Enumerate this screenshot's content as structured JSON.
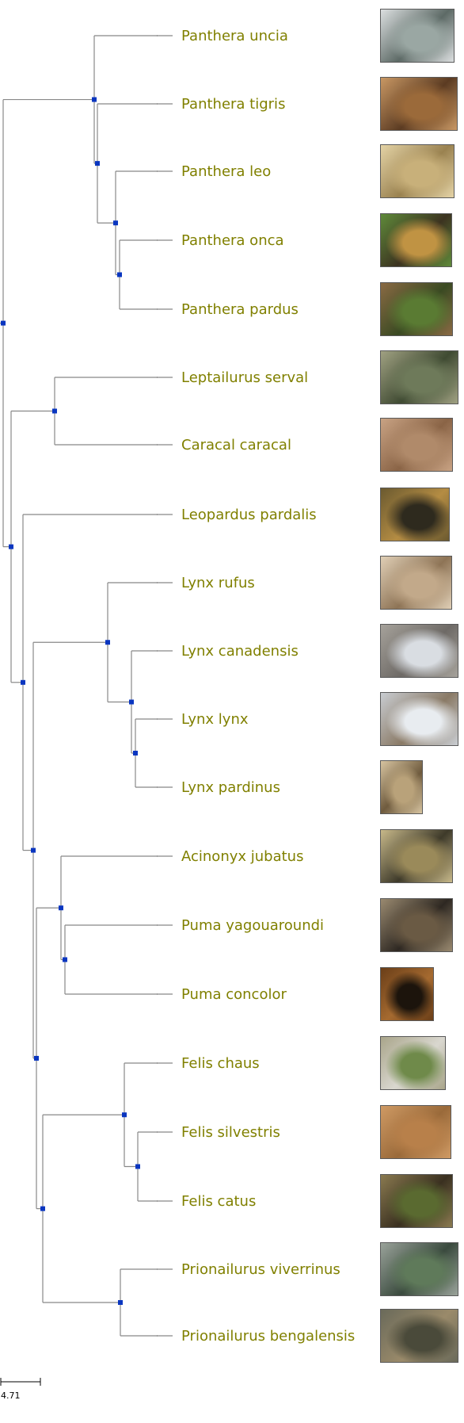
{
  "tree": {
    "branch_color": "#888888",
    "node_color": "#0a36c0",
    "leaf_label_color": "#808000",
    "leaves": [
      {
        "name": "Panthera uncia",
        "photo_colors": [
          "#9aa7a3",
          "#5d6a66",
          "#dcdfe0"
        ]
      },
      {
        "name": "Panthera tigris",
        "photo_colors": [
          "#9b6a3a",
          "#5b3b22",
          "#c99864"
        ]
      },
      {
        "name": "Panthera leo",
        "photo_colors": [
          "#c8b07a",
          "#9a8250",
          "#e4d3a6"
        ]
      },
      {
        "name": "Panthera onca",
        "photo_colors": [
          "#c09343",
          "#3c3320",
          "#5f8a3a"
        ]
      },
      {
        "name": "Panthera pardus",
        "photo_colors": [
          "#5a7b33",
          "#3a4a22",
          "#8a6a44"
        ]
      },
      {
        "name": "Leptailurus serval",
        "photo_colors": [
          "#6e7a5a",
          "#3f4a32",
          "#a0a182"
        ]
      },
      {
        "name": "Caracal caracal",
        "photo_colors": [
          "#b08a6a",
          "#8a6446",
          "#c9a384"
        ]
      },
      {
        "name": "Leopardus pardalis",
        "photo_colors": [
          "#2e2a1e",
          "#b48c43",
          "#6b5a30"
        ]
      },
      {
        "name": "Lynx rufus",
        "photo_colors": [
          "#c2a98a",
          "#8e7456",
          "#e0cfb6"
        ]
      },
      {
        "name": "Lynx canadensis",
        "photo_colors": [
          "#d9dde2",
          "#6e6a66",
          "#a6a29b"
        ]
      },
      {
        "name": "Lynx lynx",
        "photo_colors": [
          "#e8ecf0",
          "#8a7a66",
          "#c9cdd2"
        ]
      },
      {
        "name": "Lynx pardinus",
        "photo_colors": [
          "#b9a27a",
          "#6f5b3e",
          "#d7c4a0"
        ]
      },
      {
        "name": "Acinonyx jubatus",
        "photo_colors": [
          "#9a8a5a",
          "#3e3a2a",
          "#c8b98a"
        ]
      },
      {
        "name": "Puma yagouaroundi",
        "photo_colors": [
          "#6a5a44",
          "#2e2822",
          "#9a8a70"
        ]
      },
      {
        "name": "Puma concolor",
        "photo_colors": [
          "#1c140c",
          "#a56a30",
          "#6a3e18"
        ]
      },
      {
        "name": "Felis chaus",
        "photo_colors": [
          "#6f8a4a",
          "#d9d7cf",
          "#a9a58a"
        ]
      },
      {
        "name": "Felis silvestris",
        "photo_colors": [
          "#b8804a",
          "#9a6a3a",
          "#cf9a64"
        ]
      },
      {
        "name": "Felis catus",
        "photo_colors": [
          "#5a6a30",
          "#3a3020",
          "#8a7a50"
        ]
      },
      {
        "name": "Prionailurus viverrinus",
        "photo_colors": [
          "#5f7a5a",
          "#3a4a3e",
          "#9aa39a"
        ]
      },
      {
        "name": "Prionailurus bengalensis",
        "photo_colors": [
          "#4a4a3a",
          "#9a8a6a",
          "#6a6a5a"
        ]
      }
    ]
  },
  "scale_bar": {
    "label": "4.71"
  }
}
